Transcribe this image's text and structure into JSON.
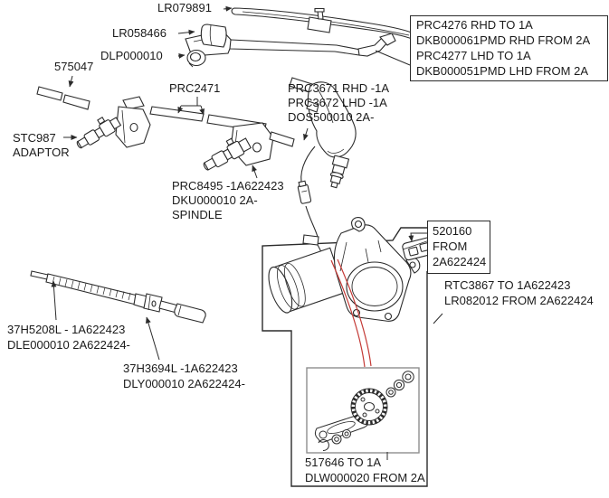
{
  "diagram_title": "wiper-motor-and-linkage-parts-diagram",
  "colors": {
    "background": "#ffffff",
    "line_art": "#2b2b2b",
    "inner_box_border": "#8f8f8f",
    "reference_lines": "#c43a36",
    "text": "#1a1a1a"
  },
  "labels": {
    "wiper_blade": "LR079891",
    "nozzle_cover": "LR058466",
    "grommet_nut": "DLP000010",
    "hose_pieces": "575047",
    "tubes": "PRC2471",
    "hose_variants": [
      "PRC3671 RHD -1A",
      "PRC3672 LHD -1A",
      "DOS500010 2A-"
    ],
    "adaptor": [
      "STC987",
      "ADAPTOR"
    ],
    "spindle": [
      "PRC8495 -1A622423",
      "DKU000010 2A-",
      "SPINDLE"
    ],
    "wiper_arm_box": [
      "PRC4276 RHD TO 1A",
      "DKB000061PMD RHD FROM 2A",
      "PRC4277 LHD TO 1A",
      "DKB000051PMD LHD FROM 2A"
    ],
    "grommet_box": [
      "520160",
      "FROM",
      "2A622424"
    ],
    "motor_assembly": [
      "RTC3867 TO 1A622423",
      "LR082012 FROM 2A622424"
    ],
    "drive_rack": [
      "37H5208L - 1A622423",
      "DLE000010 2A622424-"
    ],
    "rack_ferrule": [
      "37H3694L -1A622423",
      "DLY000010 2A622424-"
    ],
    "gear_kit_box": [
      "517646 TO 1A",
      "DLW000020 FROM 2A"
    ]
  },
  "parts_depicted": [
    "wiper-blade",
    "wiper-arm",
    "nozzle-cover",
    "grommet-nut",
    "washer-hoses",
    "wheelbox-with-adaptor",
    "wheelbox-with-spindle",
    "connecting-tubes",
    "linkage-housing-with-cable",
    "wiper-motor-with-gearbox",
    "mounting-grommet",
    "drive-rack-with-ferrule",
    "gear-and-crank-repair-kit"
  ]
}
